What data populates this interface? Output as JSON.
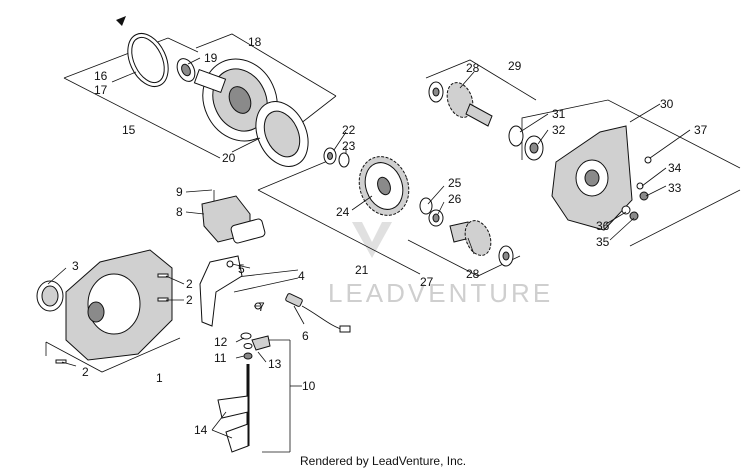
{
  "footer": "Rendered by LeadVenture, Inc.",
  "watermark": "LEADVENTURE",
  "callouts": [
    "1",
    "2",
    "2",
    "2",
    "3",
    "4",
    "5",
    "6",
    "7",
    "8",
    "9",
    "10",
    "11",
    "12",
    "13",
    "14",
    "15",
    "16",
    "17",
    "18",
    "19",
    "20",
    "21",
    "22",
    "23",
    "24",
    "25",
    "26",
    "27",
    "28",
    "28",
    "29",
    "30",
    "31",
    "32",
    "33",
    "34",
    "35",
    "36",
    "37"
  ]
}
